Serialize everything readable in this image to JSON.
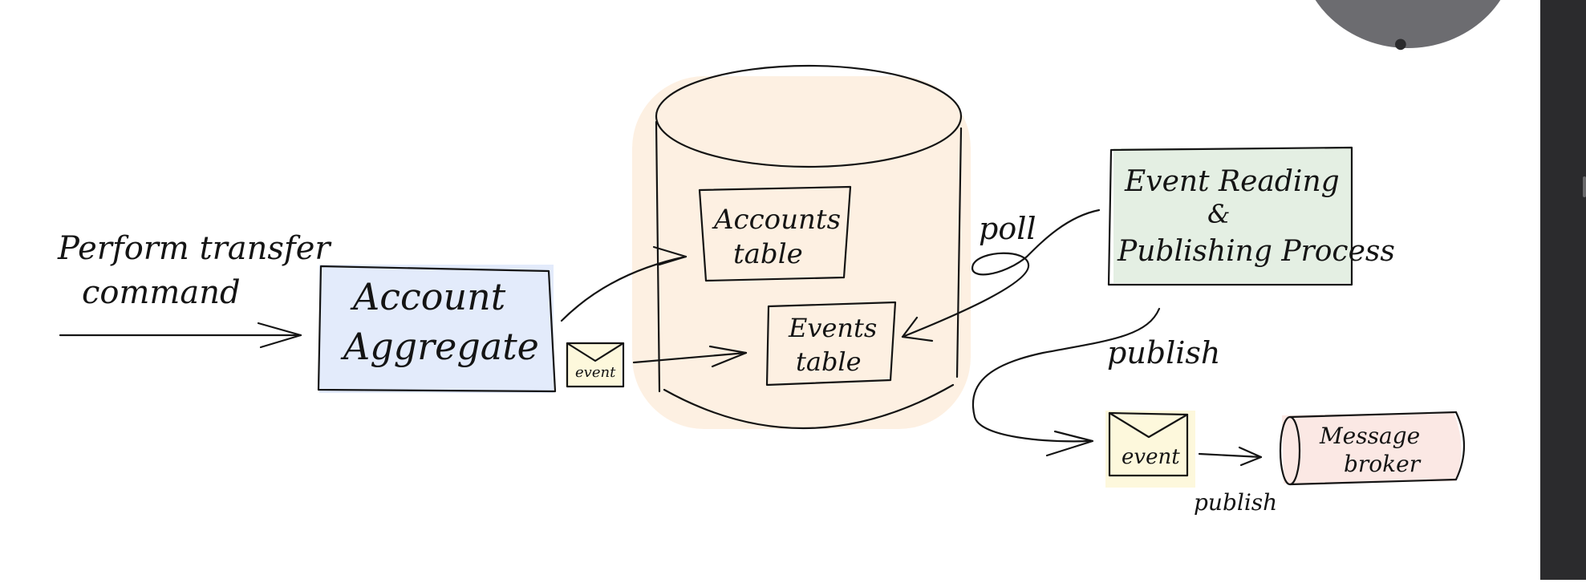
{
  "diagram": {
    "command_label": [
      "Perform transfer",
      "command"
    ],
    "aggregate_label": [
      "Account",
      "Aggregate"
    ],
    "accounts_table_label": [
      "Accounts",
      "table"
    ],
    "events_table_label": [
      "Events",
      "table"
    ],
    "process_label": [
      "Event Reading",
      "&",
      "Publishing Process"
    ],
    "poll_label": "poll",
    "publish_label": "publish",
    "publish_label_small": "publish",
    "event_envelope_label": "event",
    "broker_label": [
      "Message",
      "broker"
    ]
  },
  "colors": {
    "aggregate_fill": "#e3ebfb",
    "database_fill": "#fdf0e2",
    "process_fill": "#e4efe3",
    "envelope_fill": "#fdf8dc",
    "broker_fill": "#fbe8e4",
    "ink": "#141414",
    "scrollbar": "#2b2b2d"
  },
  "icons": [
    "apple-icon",
    "envelope-icon"
  ]
}
